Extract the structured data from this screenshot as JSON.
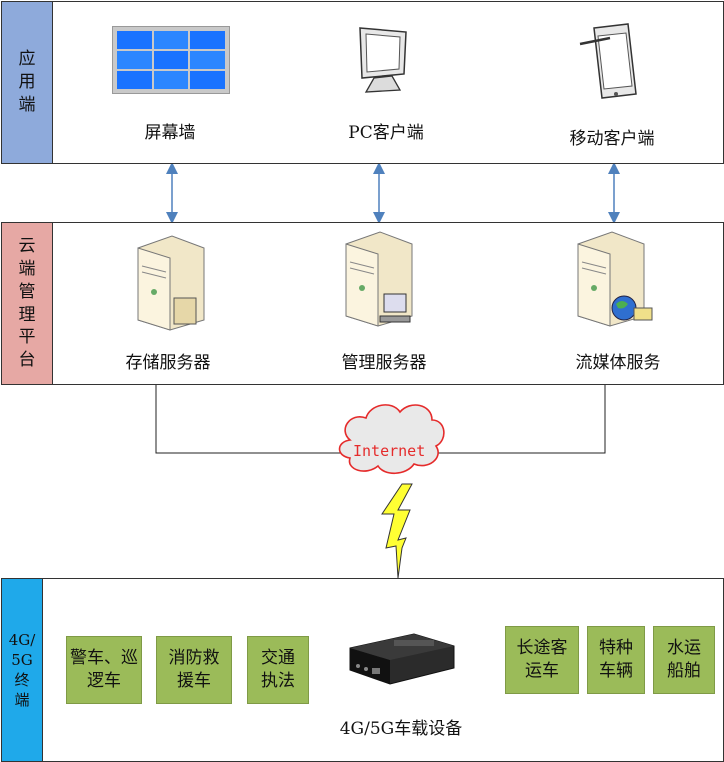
{
  "layers": {
    "app": {
      "label": "应用端",
      "color": "#8eaadb"
    },
    "cloud": {
      "label": "云端管理平台",
      "color": "#e6a8a4"
    },
    "terminal": {
      "label": "4G/5G终端",
      "color": "#1fa9ea"
    }
  },
  "app_items": [
    "屏幕墙",
    "PC客户端",
    "移动客户端"
  ],
  "servers": [
    "存储服务器",
    "管理服务器",
    "流媒体服务"
  ],
  "internet": "Internet",
  "vehicle_device": "4G/5G车载设备",
  "vehicles_left": [
    "警车、巡逻车",
    "消防救援车",
    "交通执法"
  ],
  "vehicles_right": [
    "长途客运车",
    "特种车辆",
    "水运船舶"
  ],
  "colors": {
    "arrow": "#4f81bd",
    "box_green": "#9bbb59",
    "cloud_red": "#e52b2b",
    "bolt_yellow": "#ffff33"
  }
}
